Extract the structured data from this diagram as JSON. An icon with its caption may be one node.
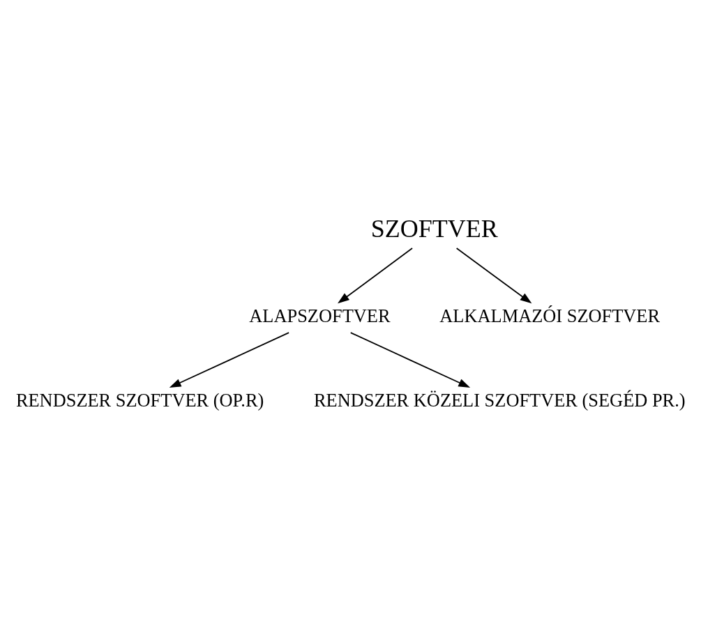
{
  "diagram": {
    "nodes": [
      {
        "text": [
          "SZOFTVER"
        ]
      },
      {
        "text": [
          "ALAPSZOFTVER"
        ]
      },
      {
        "text": [
          "ALKALMAZÓI SZOFTVER"
        ]
      },
      {
        "text": [
          "RENDSZER SZOFTVER (OP.R)"
        ]
      },
      {
        "text": [
          "RENDSZER KÖZELI SZOFTVER (SEGÉD PR.)"
        ]
      }
    ],
    "edges": [
      {
        "from": 0,
        "to": 1,
        "arrow": "to"
      },
      {
        "from": 0,
        "to": 2,
        "arrow": "to"
      },
      {
        "from": 1,
        "to": 3,
        "arrow": "to"
      },
      {
        "from": 1,
        "to": 4,
        "arrow": "to"
      }
    ]
  }
}
